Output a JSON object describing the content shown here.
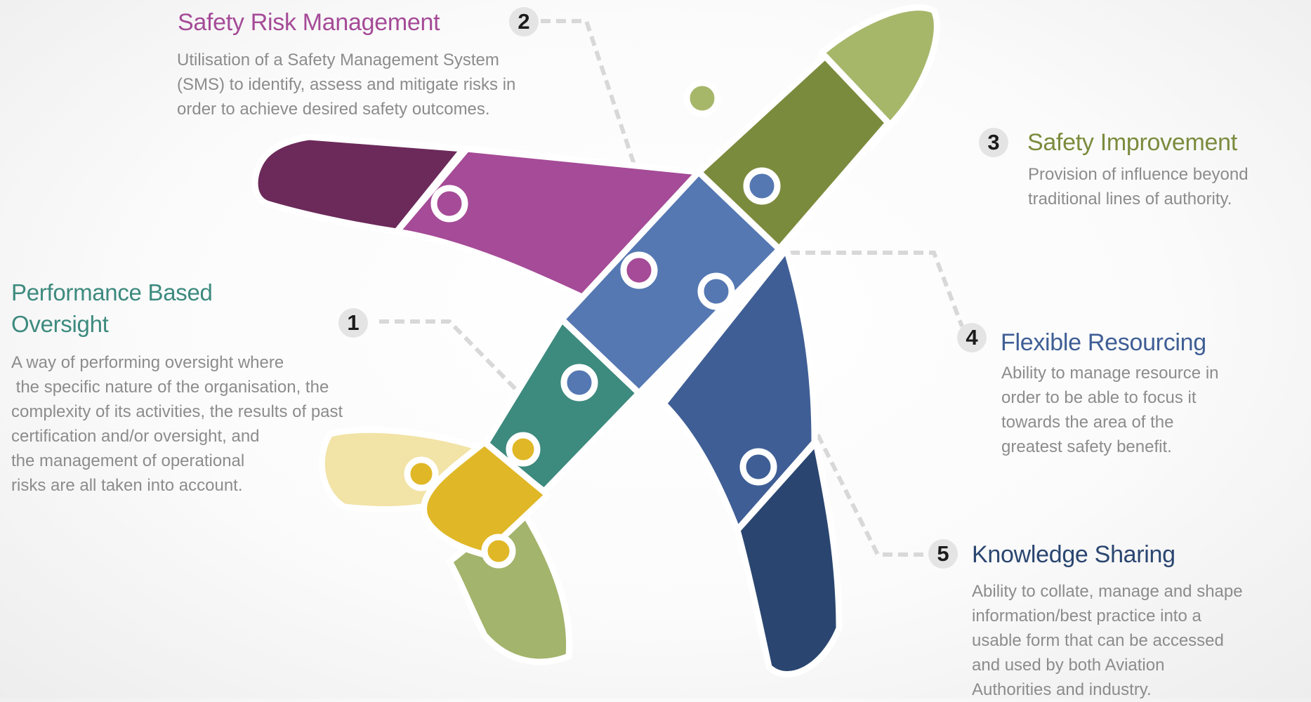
{
  "colors": {
    "wing_tip_purple": "#6b2a5a",
    "wing_magenta": "#a54b97",
    "tail_fin_light_green": "#a6b76a",
    "tail_fin_olive": "#7b8b3d",
    "fuselage_blue": "#5578b2",
    "wing_dark_blue": "#3f5e95",
    "wing_navy": "#2a4670",
    "nose_teal": "#3d8a7e",
    "nose_yellow": "#e0b726",
    "cockpit_pale_yellow": "#f2e3a6",
    "lower_wing_green": "#a3b46c",
    "connector_grey": "#d8d8d8"
  },
  "items": [
    {
      "number": "1",
      "title_line1": "Performance Based",
      "title_line2": "Oversight",
      "title_color": "#3d8a7e",
      "desc_lines": [
        "A way of performing oversight where",
        " the specific nature of the organisation, the",
        "complexity of its activities, the results of past",
        "certification and/or oversight, and",
        "the management of operational",
        "risks are all taken into account."
      ]
    },
    {
      "number": "2",
      "title": "Safety Risk Management",
      "title_color": "#a54b97",
      "desc_lines": [
        "Utilisation of a Safety Management System",
        "(SMS) to identify, assess and mitigate risks in",
        "order to achieve desired safety outcomes."
      ]
    },
    {
      "number": "3",
      "title": "Safety Improvement",
      "title_color": "#7b8b3d",
      "desc_lines": [
        "Provision of influence beyond",
        "traditional lines of authority."
      ]
    },
    {
      "number": "4",
      "title": "Flexible Resourcing",
      "title_color": "#3f5e95",
      "desc_lines": [
        "Ability to manage resource in",
        "order to be able to focus it",
        "towards the area of the",
        "greatest safety benefit."
      ]
    },
    {
      "number": "5",
      "title": "Knowledge Sharing",
      "title_color": "#2a4670",
      "desc_lines": [
        "Ability to collate, manage and shape",
        "information/best practice into a",
        "usable form that can be accessed",
        "and used by both Aviation",
        "Authorities and industry."
      ]
    }
  ]
}
